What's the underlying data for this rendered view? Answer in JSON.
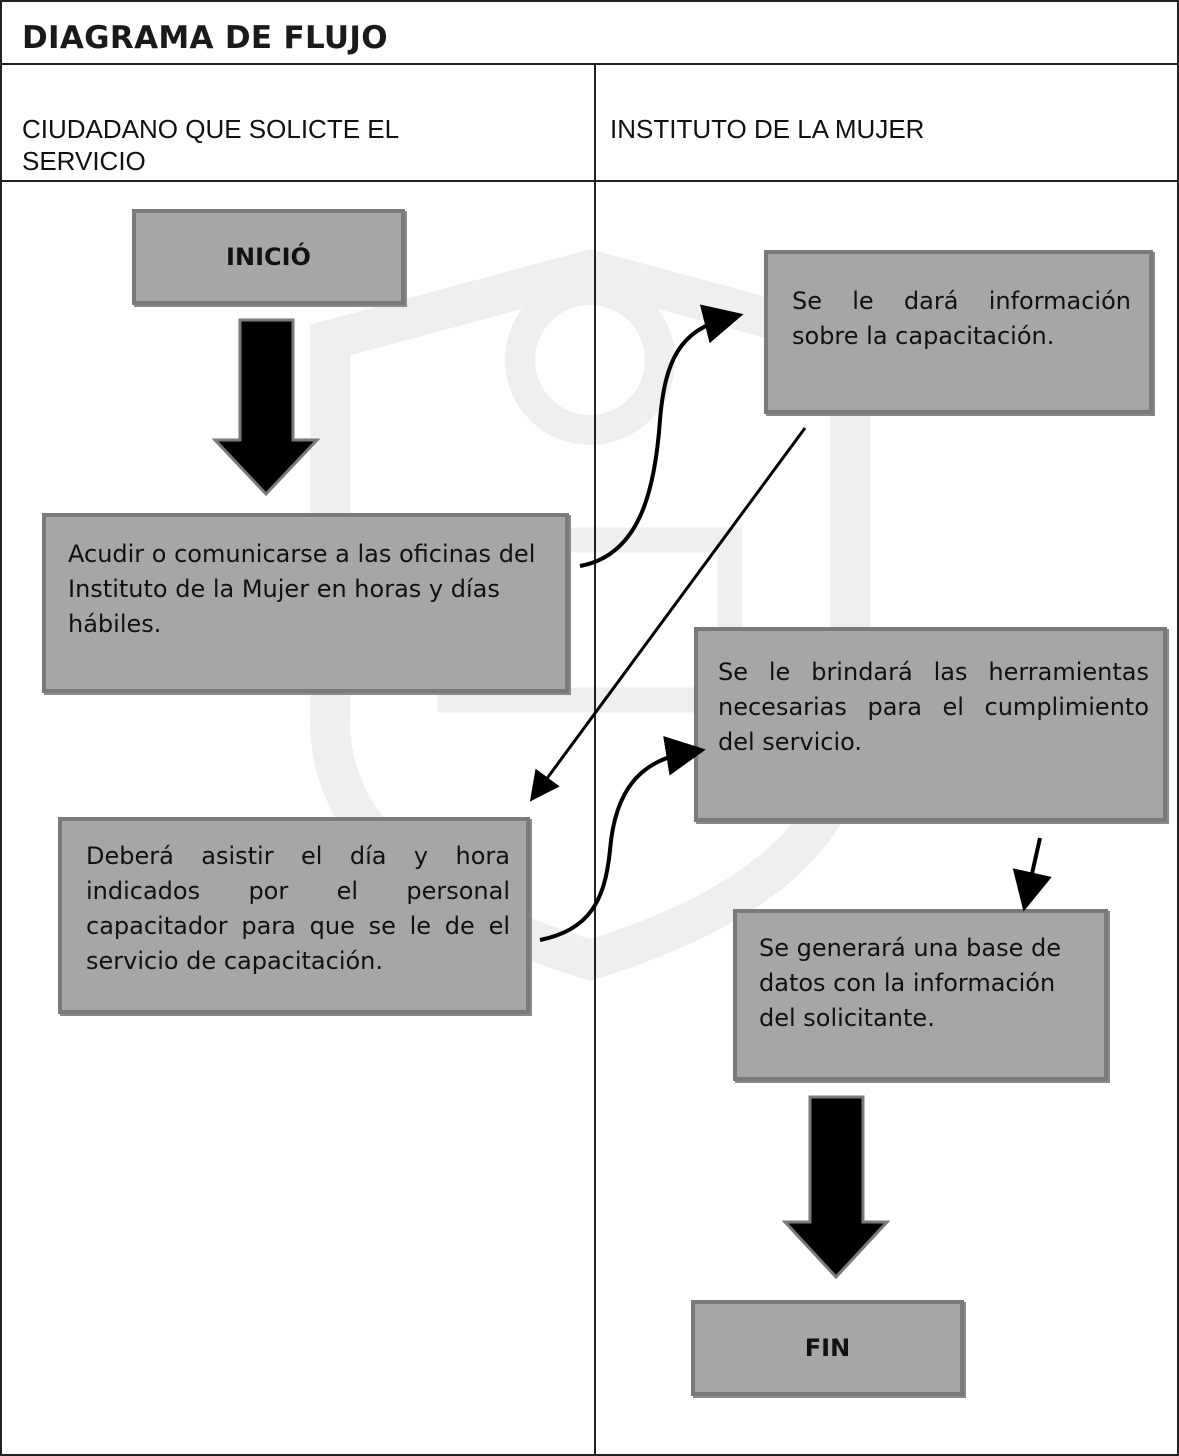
{
  "title": "DIAGRAMA DE FLUJO",
  "lanes": [
    {
      "heading": "CIUDADANO QUE SOLICTE EL SERVICIO"
    },
    {
      "heading": "INSTITUTO DE LA MUJER"
    }
  ],
  "steps": {
    "start": "INICIÓ",
    "contact_offices": "Acudir o comunicarse a las oficinas del Instituto de la Mujer en horas y días hábiles.",
    "training_info": "Se le dará información sobre la capacitación.",
    "attend_session": "Deberá asistir el día y hora indicados por el personal capacitador para que se le de el servicio de capacitación.",
    "provide_tools": "Se le brindará las herramientas necesarias para el cumplimiento del servicio.",
    "create_database": "Se generará una base de datos con la información del solicitante.",
    "end": "FIN"
  },
  "colors": {
    "box_fill": "#a6a6a6",
    "box_border": "#7a7a7a",
    "arrow_fill": "#000000",
    "line": "#222222"
  }
}
